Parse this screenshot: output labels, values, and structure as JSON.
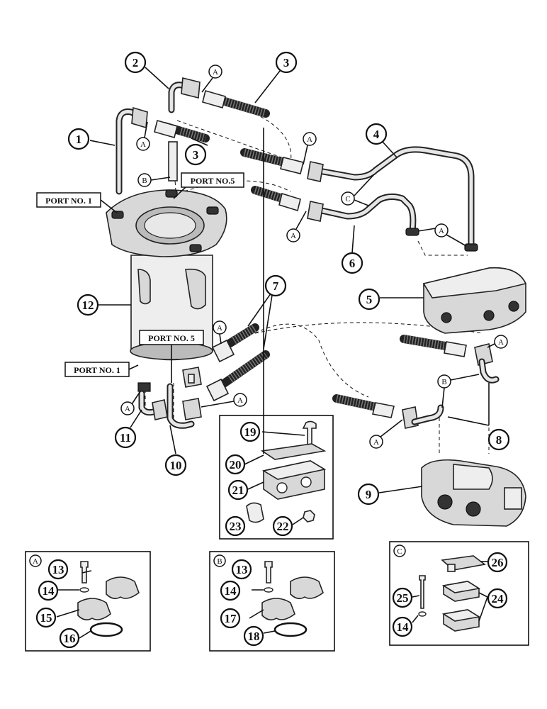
{
  "ports": {
    "port_no_1_top": "PORT NO. 1",
    "port_no_5_top": "PORT NO.5",
    "port_no_5_bottom": "PORT NO. 5",
    "port_no_1_bottom": "PORT NO. 1"
  },
  "callouts": [
    "1",
    "2",
    "3",
    "3",
    "4",
    "5",
    "6",
    "7",
    "8",
    "9",
    "10",
    "11",
    "12",
    "13",
    "14",
    "15",
    "16",
    "13",
    "14",
    "17",
    "18",
    "19",
    "20",
    "21",
    "22",
    "23",
    "24",
    "25",
    "14",
    "26"
  ],
  "letters": {
    "a": "A",
    "b": "B",
    "c": "C"
  },
  "colors": {
    "line": "#111111",
    "part_fill": "#d8d8d8",
    "background": "#ffffff"
  }
}
